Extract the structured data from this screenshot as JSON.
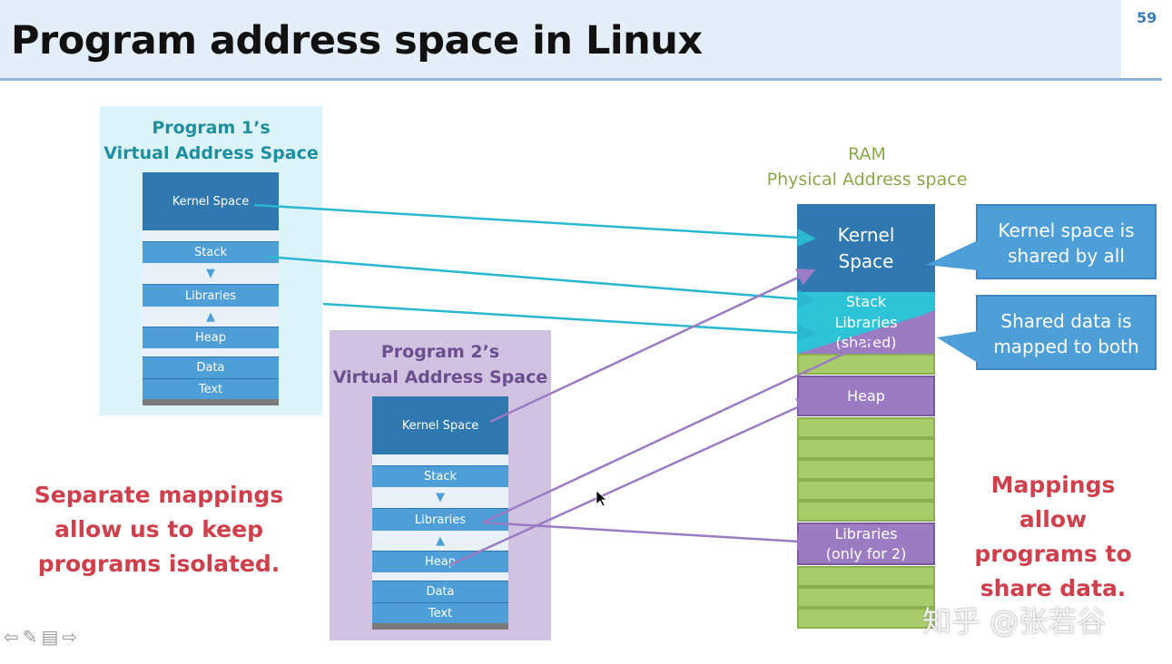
{
  "header": {
    "title": "Program address space in Linux",
    "page_number": "59"
  },
  "program1": {
    "title_line1": "Program 1’s",
    "title_line2": "Virtual Address Space",
    "segments": {
      "kernel": "Kernel Space",
      "stack": "Stack",
      "libraries": "Libraries",
      "heap": "Heap",
      "data": "Data",
      "text": "Text"
    }
  },
  "program2": {
    "title_line1": "Program 2’s",
    "title_line2": "Virtual Address Space",
    "segments": {
      "kernel": "Kernel Space",
      "stack": "Stack",
      "libraries": "Libraries",
      "heap": "Heap",
      "data": "Data",
      "text": "Text"
    }
  },
  "ram": {
    "title_line1": "RAM",
    "title_line2": "Physical Address space",
    "kernel_line1": "Kernel",
    "kernel_line2": "Space",
    "stack": "Stack",
    "libs_shared_line1": "Libraries",
    "libs_shared_line2": "(shared)",
    "heap": "Heap",
    "libs2_line1": "Libraries",
    "libs2_line2": "(only for 2)"
  },
  "callouts": {
    "kernel_line1": "Kernel space is",
    "kernel_line2": "shared by all",
    "shared_line1": "Shared data is",
    "shared_line2": "mapped to both"
  },
  "notes": {
    "left": [
      "Separate mappings",
      "allow us to keep",
      "programs isolated."
    ],
    "right": [
      "Mappings",
      "allow",
      "programs to",
      "share data."
    ]
  },
  "watermark": "知乎 @张若谷",
  "colors": {
    "cyan_arrow": "#2ab8d0",
    "purple_arrow": "#9b7cc3",
    "red_text": "#d0404c"
  }
}
